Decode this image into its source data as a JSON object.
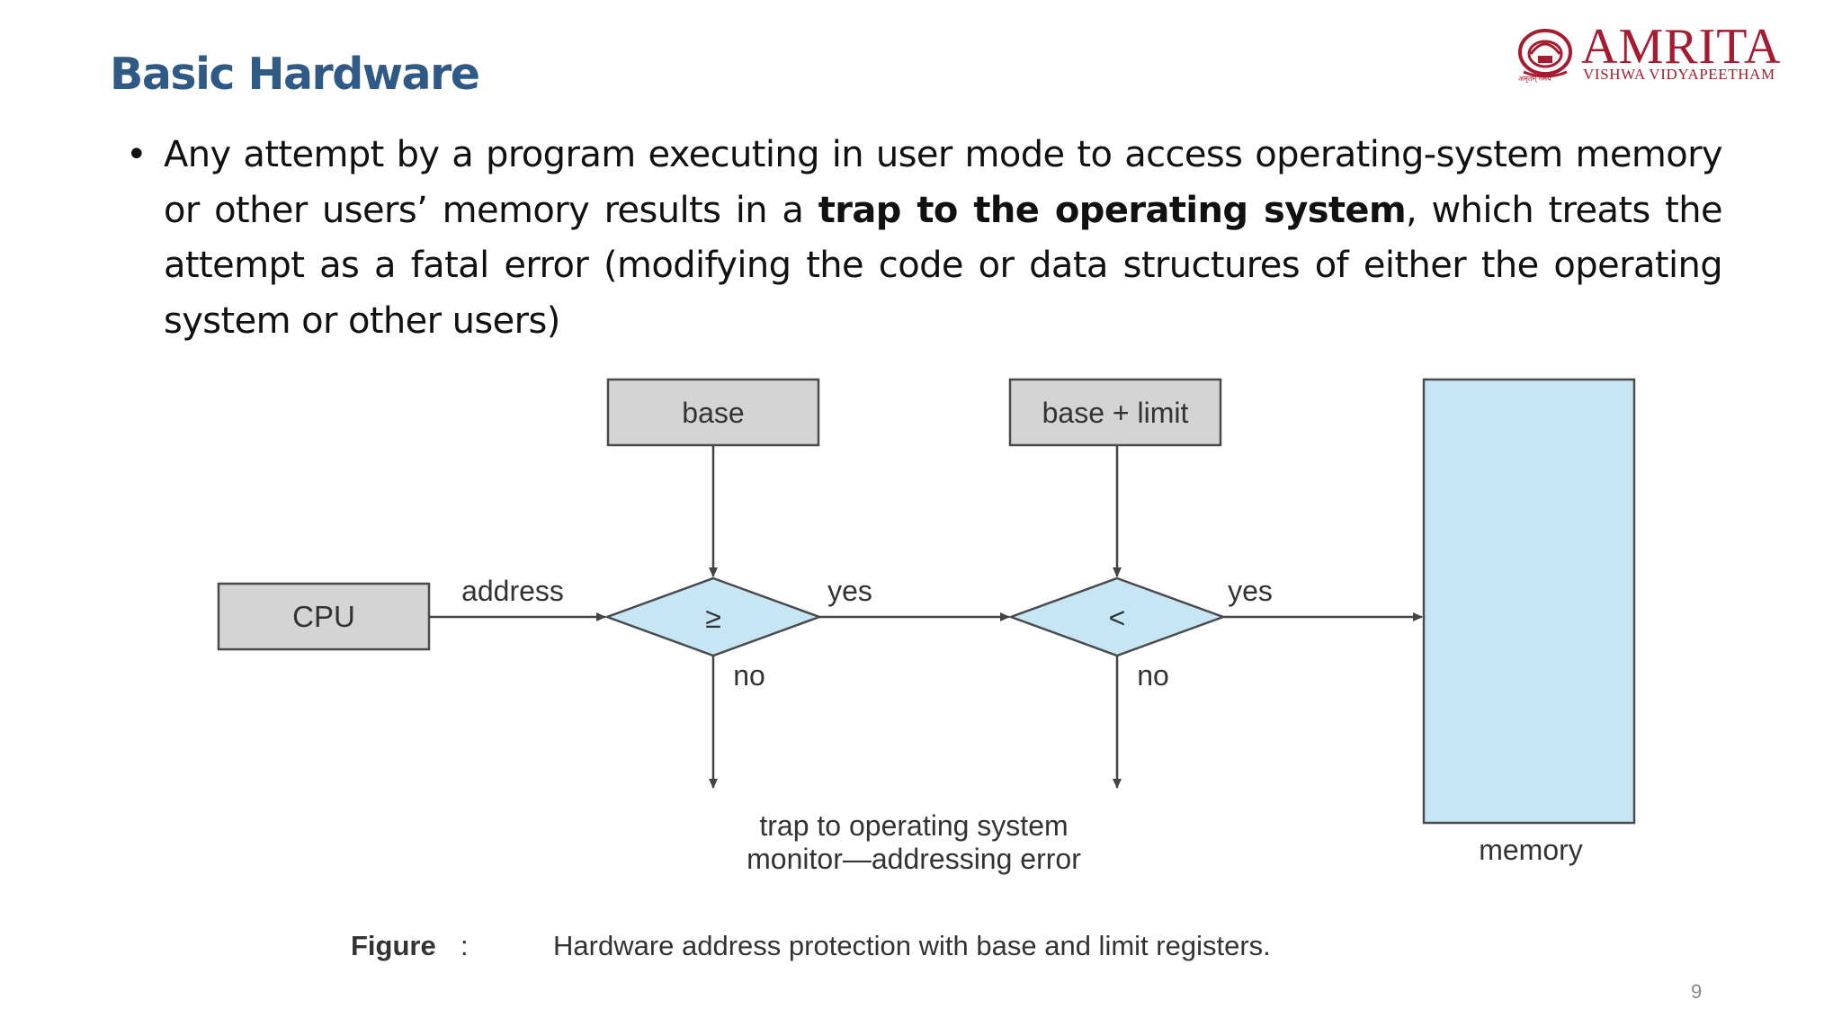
{
  "slide": {
    "title": "Basic Hardware",
    "page_number": "9"
  },
  "logo": {
    "name": "AMRITA",
    "subtitle": "VISHWA VIDYAPEETHAM",
    "tagline": "अमृतम् गमय",
    "color": "#a51c30"
  },
  "bullet": {
    "text_before": "Any attempt by a program executing in user mode to access operating-system memory or other users’ memory results in a ",
    "text_bold": "trap to the operating system",
    "text_after": ", which treats the attempt as a fatal error (modifying the code or data structures of either the operating system or other users)"
  },
  "diagram": {
    "cpu_label": "CPU",
    "base_label": "base",
    "limit_label": "base + limit",
    "address_label": "address",
    "compare_ge": "≥",
    "compare_lt": "<",
    "yes_label_1": "yes",
    "yes_label_2": "yes",
    "no_label_1": "no",
    "no_label_2": "no",
    "trap_line1": "trap to operating system",
    "trap_line2": "monitor—addressing error",
    "memory_label": "memory",
    "colors": {
      "box_fill": "#d4d4d4",
      "diamond_fill": "#c6e6f6",
      "memory_fill": "#c6e6f6",
      "stroke": "#4a4a4a"
    }
  },
  "figure_caption": {
    "label": "Figure",
    "separator": "  :",
    "text": "Hardware address protection with base and limit registers."
  }
}
